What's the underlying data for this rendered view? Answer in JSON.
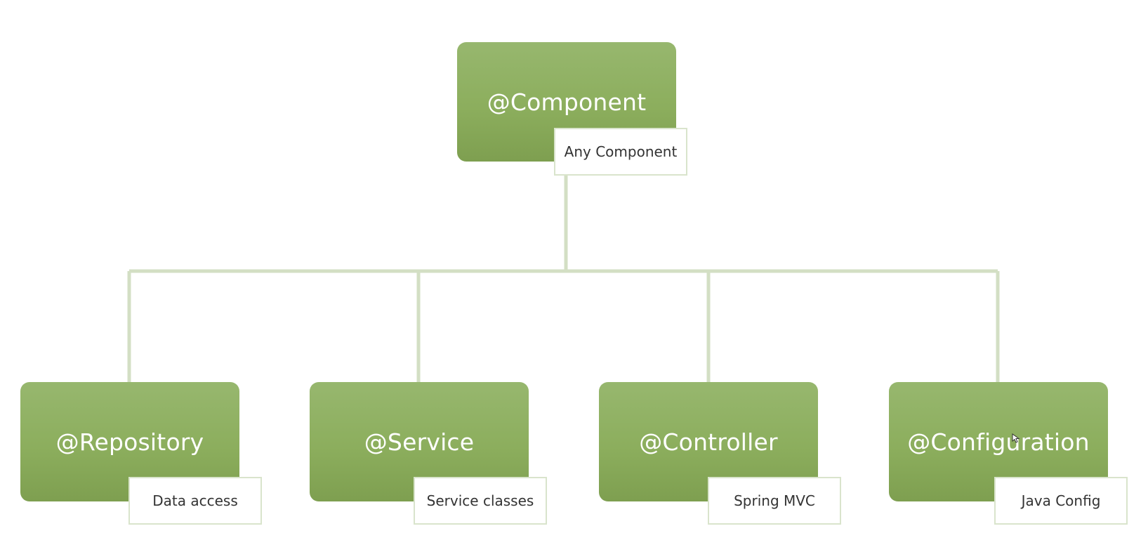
{
  "diagram": {
    "root": {
      "label": "@Component",
      "tag": "Any Component"
    },
    "children": [
      {
        "label": "@Repository",
        "tag": "Data access"
      },
      {
        "label": "@Service",
        "tag": "Service classes"
      },
      {
        "label": "@Controller",
        "tag": "Spring MVC"
      },
      {
        "label": "@Configuration",
        "tag": "Java Config"
      }
    ],
    "colors": {
      "box": "#8cae5d",
      "connector": "#d3dfc4",
      "tag_border": "#d9e4cc",
      "box_text": "#ffffff",
      "tag_text": "#333333"
    }
  }
}
